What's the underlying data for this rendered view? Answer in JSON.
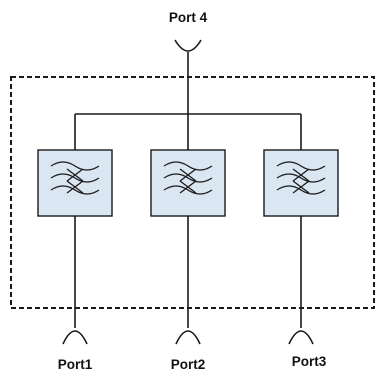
{
  "ports": {
    "top": "Port 4",
    "bottom": [
      "Port1",
      "Port2",
      "Port3"
    ]
  },
  "filters": [
    {
      "icon": "bandpass-filter-icon"
    },
    {
      "icon": "bandpass-filter-icon"
    },
    {
      "icon": "bandpass-filter-icon"
    }
  ],
  "colors": {
    "filter_fill": "#dbe6f3",
    "line": "#1a1a1a"
  }
}
